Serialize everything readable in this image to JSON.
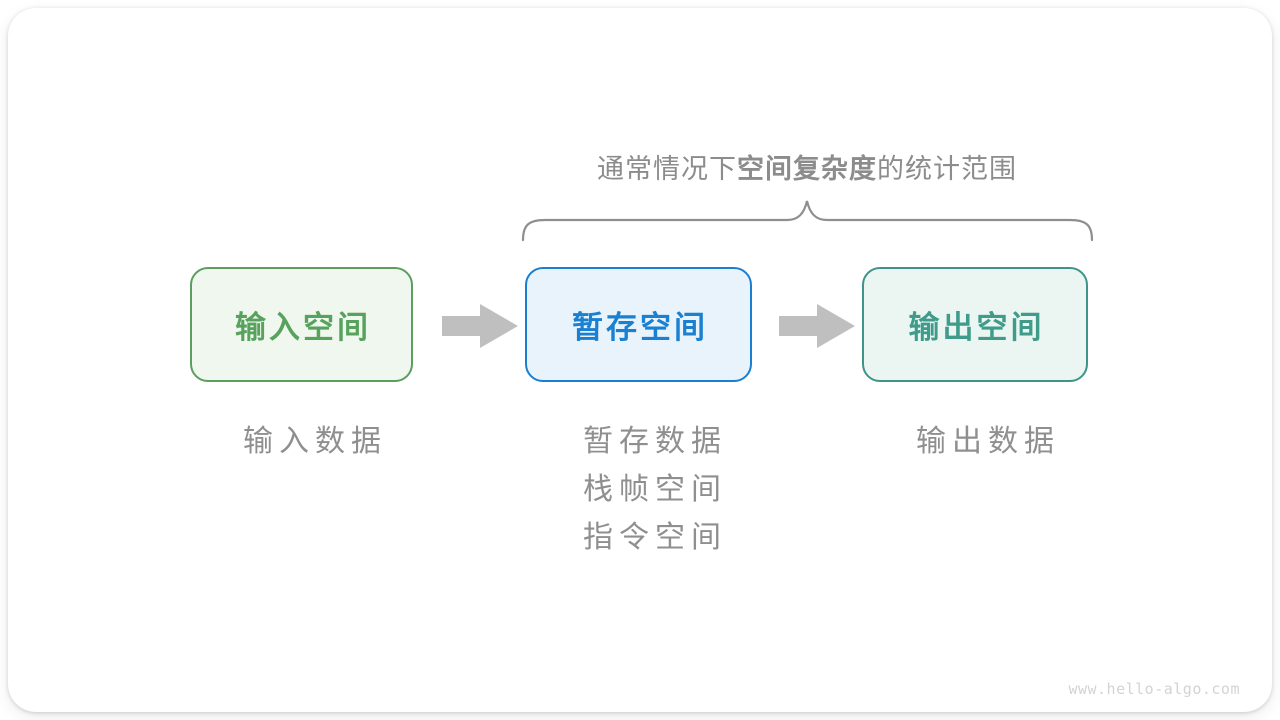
{
  "title": {
    "prefix": "通常情况下",
    "bold": "空间复杂度",
    "suffix": "的统计范围"
  },
  "boxes": [
    {
      "id": "input-space",
      "label": "输入空间",
      "border": "#5b9e5f",
      "fill": "#f0f7ef",
      "text_color": "#57a25c"
    },
    {
      "id": "temp-space",
      "label": "暂存空间",
      "border": "#1a7fd0",
      "fill": "#e9f3fb",
      "text_color": "#1a80d1"
    },
    {
      "id": "output-space",
      "label": "输出空间",
      "border": "#3e9488",
      "fill": "#ebf5f1",
      "text_color": "#3f9c8b"
    }
  ],
  "annotations": {
    "input": "输入数据",
    "temp": [
      "暂存数据",
      "栈帧空间",
      "指令空间"
    ],
    "output": "输出数据"
  },
  "colors": {
    "title_text": "#8c8c8c",
    "note_text": "#8f8f8f",
    "brace_stroke": "#8f8f8f",
    "arrow_fill": "#bfbfbf",
    "watermark_text": "#d3d3d3",
    "card_background": "#ffffff"
  },
  "watermark": "www.hello-algo.com"
}
